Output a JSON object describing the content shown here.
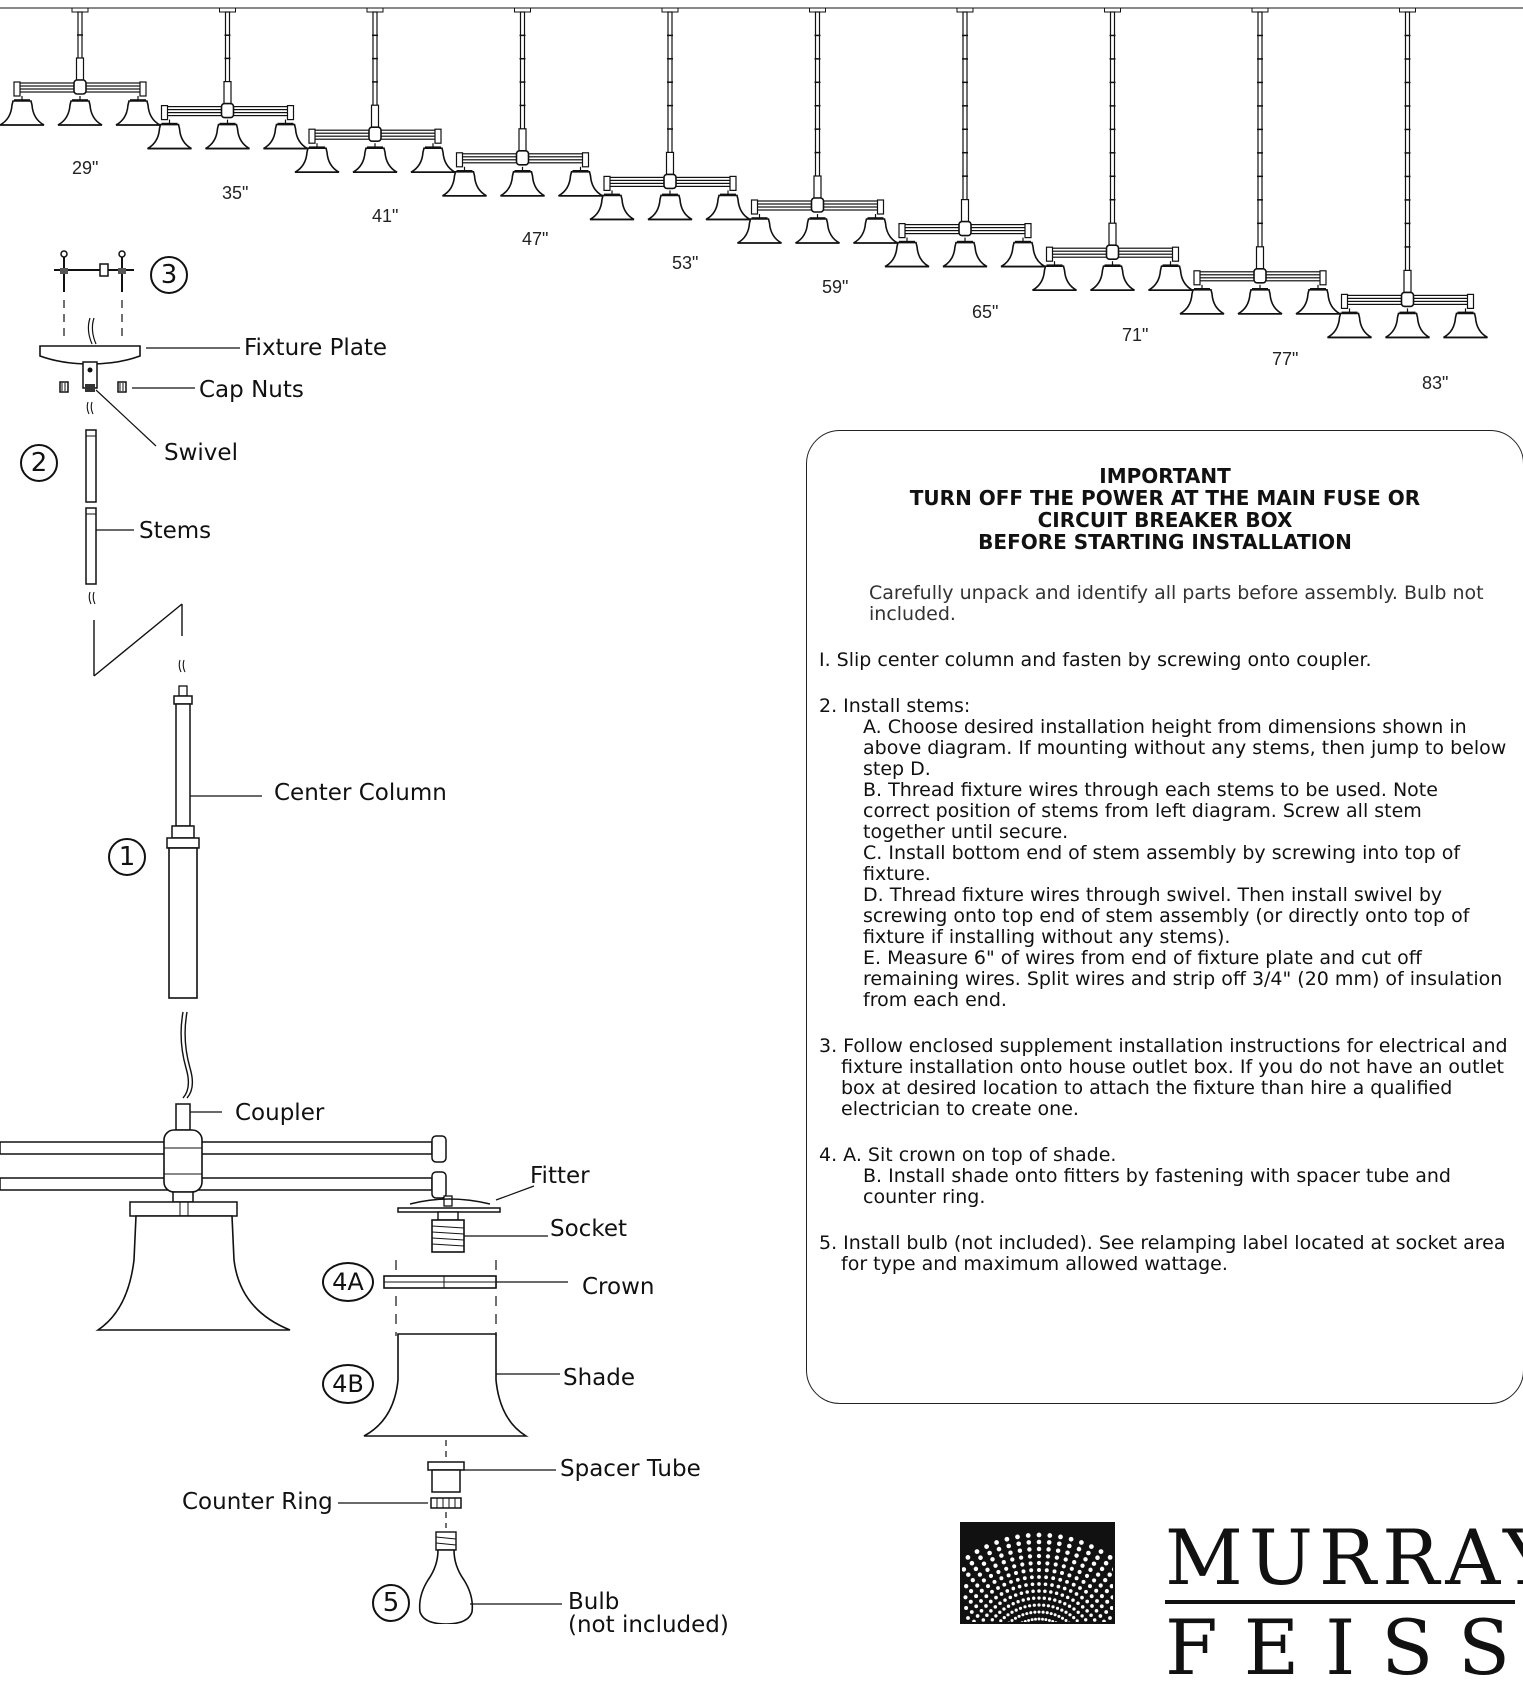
{
  "heights": [
    "29\"",
    "35\"",
    "41\"",
    "47\"",
    "53\"",
    "59\"",
    "65\"",
    "71\"",
    "77\"",
    "83\""
  ],
  "labels": {
    "fixture_plate": "Fixture Plate",
    "cap_nuts": "Cap Nuts",
    "swivel": "Swivel",
    "stems": "Stems",
    "center_column": "Center Column",
    "coupler": "Coupler",
    "fitter": "Fitter",
    "socket": "Socket",
    "crown": "Crown",
    "shade": "Shade",
    "spacer_tube": "Spacer Tube",
    "counter_ring": "Counter Ring",
    "bulb": "Bulb",
    "bulb_note": "(not included)"
  },
  "markers": {
    "one": "1",
    "two": "2",
    "three": "3",
    "four_a": "4A",
    "four_b": "4B",
    "five": "5"
  },
  "important": {
    "line1": "IMPORTANT",
    "line2": "TURN OFF THE POWER AT THE MAIN FUSE OR",
    "line3": "CIRCUIT BREAKER BOX",
    "line4": "BEFORE STARTING INSTALLATION"
  },
  "instructions": {
    "intro": "Carefully unpack and identify all parts before assembly.  Bulb not included.",
    "step1": "I.  Slip center column and fasten by screwing onto coupler.",
    "step2_title": "2.  Install stems:",
    "step2_a": "A.  Choose desired installation height from dimensions shown in above diagram.  If mounting without any stems, then jump to below step D.",
    "step2_b": "B.  Thread fixture wires through each stems to be used.  Note correct position of stems from left diagram.  Screw all stem together until secure.",
    "step2_c": "C.  Install bottom end of stem assembly by screwing into top of fixture.",
    "step2_d": "D.  Thread fixture wires through swivel. Then install swivel by screwing onto top end of stem assembly (or directly onto top of fixture if installing without any stems).",
    "step2_e": "E.  Measure 6\" of wires from end of fixture plate and cut off remaining wires. Split wires and strip off 3/4\" (20 mm) of insulation from each end.",
    "step3": "3.  Follow enclosed supplement installation instructions for electrical and fixture installation onto house outlet box. If you do not have an outlet box at desired location to attach the fixture than hire a qualified electrician to create one.",
    "step4_a": "4.  A. Sit crown on top of shade.",
    "step4_b": "B. Install shade onto fitters by fastening with spacer tube and counter ring.",
    "step5": "5.  Install bulb (not included).  See relamping label located at socket area for type and maximum allowed wattage."
  },
  "logo": {
    "line1": "MURRAY",
    "line2": "FEISS"
  }
}
